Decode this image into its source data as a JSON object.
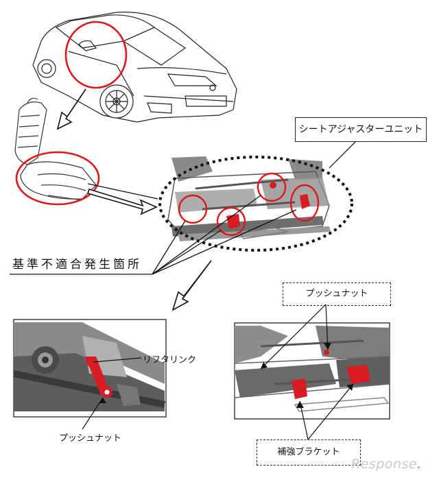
{
  "labels": {
    "seat_adjuster_unit": "シートアジャスターユニット",
    "nonconformity_location": "基準不適合発生箇所",
    "push_nut_top": "プッシュナット",
    "lifter_link": "リフタリンク",
    "push_nut_bottom": "プッシュナット",
    "reinforcement_bracket": "補強ブラケット"
  },
  "watermark": {
    "prefix": "R",
    "rest": "esponse",
    "dot": "."
  },
  "colors": {
    "highlight_red": "#e0161b",
    "part_red": "#d91c24",
    "frame_gray": "#7a7a7a",
    "line": "#111111"
  },
  "icons": [
    "car-drawing",
    "seat-drawing",
    "seat-frame-drawing",
    "arrow-icon"
  ]
}
